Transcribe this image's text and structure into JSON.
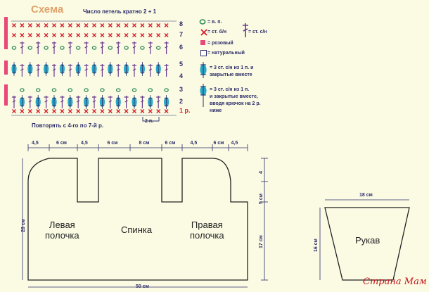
{
  "scheme": {
    "title": "Схема",
    "stitch_note": "Число петель кратно 2 + 1",
    "repeat_note": "Повторять с 4-го по 7-й р.",
    "repeat_width": "2 п.",
    "row_numbers": [
      "8",
      "7",
      "6",
      "5",
      "4",
      "3",
      "2",
      "1 р."
    ]
  },
  "legend": {
    "ch": "= в. п.",
    "sc": "= ст. б/н",
    "dc": "= ст. с/н",
    "pink": "= розовый",
    "natural": "= натуральный",
    "cluster3": [
      "= 3 ст. с/н из 1 п. и",
      "закрытые вместе"
    ],
    "cluster3_low": [
      "= 3 ст. с/н из 1 п.",
      "и закрытые вместе,",
      "вводя крючок на 2 р.",
      "ниже"
    ]
  },
  "colors": {
    "pink": "#e8487a",
    "navy": "#2c2c6a",
    "teal": "#2aa8c8",
    "green": "#2e8b57",
    "red": "#d81b2b",
    "bg": "#fbfbe4"
  },
  "pattern": {
    "top_widths": [
      "4,5",
      "6 см",
      "4,5",
      "6 см",
      "8 см",
      "6 см",
      "4,5",
      "6 см",
      "4,5"
    ],
    "right_dims": [
      "4",
      "5 см",
      "17 см"
    ],
    "left_dim": "28 см",
    "bottom_dim": "50 см",
    "pieces": {
      "left_front": [
        "Левая",
        "полочка"
      ],
      "back": "Спинка",
      "right_front": [
        "Правая",
        "полочка"
      ]
    }
  },
  "sleeve": {
    "top": "18 см",
    "height": "16 см",
    "label": "Рукав"
  },
  "watermark": "Страна Мам"
}
